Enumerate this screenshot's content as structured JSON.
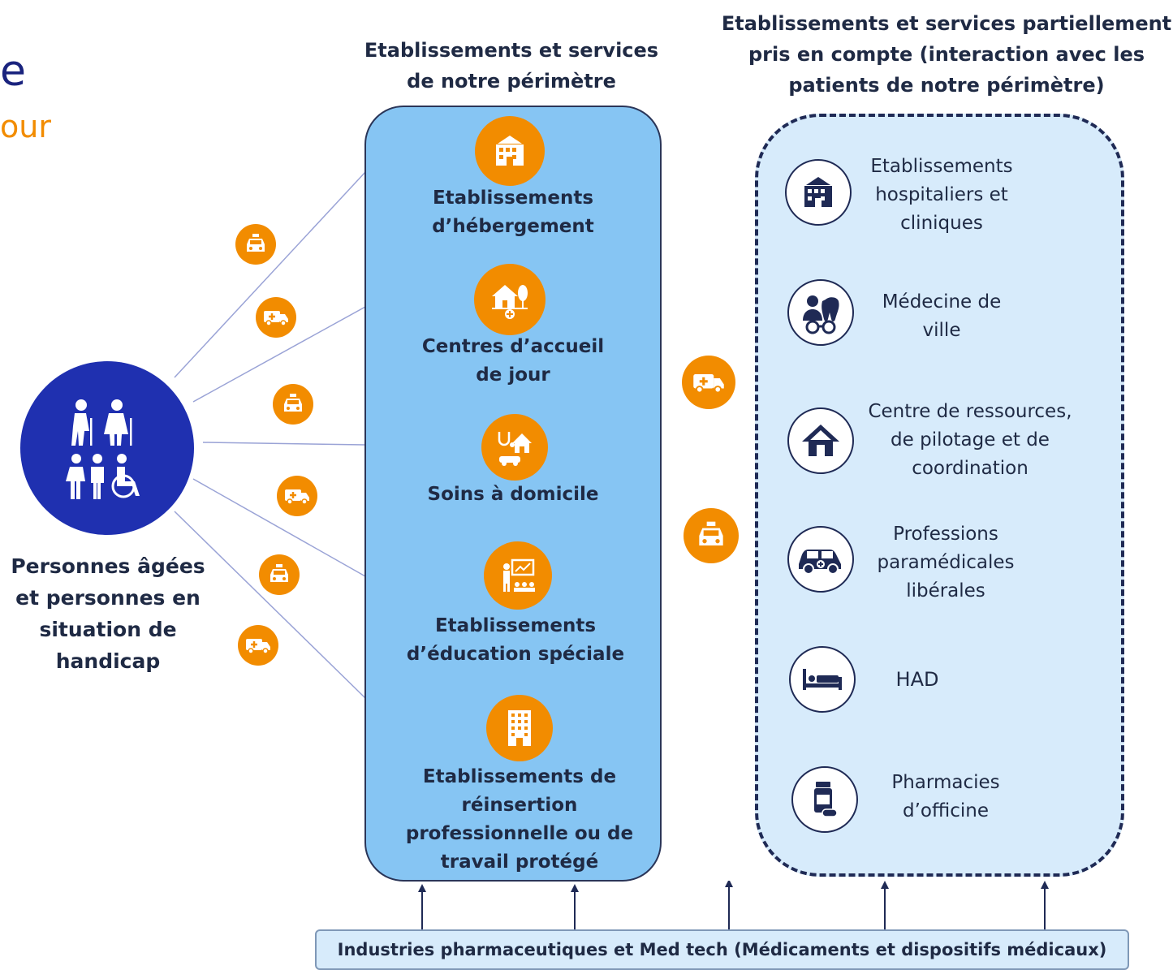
{
  "title_fragments": {
    "line1": "e",
    "line2": "our"
  },
  "header_main": {
    "line1": "Etablissements et services",
    "line2": "de notre périmètre"
  },
  "header_side": {
    "line1": "Etablissements et services partiellement",
    "line2": "pris en compte (interaction avec les",
    "line3": "patients de notre périmètre)"
  },
  "main_items": [
    {
      "icon": "hospital-building-icon",
      "label_lines": [
        "Etablissements",
        "d’hébergement"
      ]
    },
    {
      "icon": "house-day-center-icon",
      "label_lines": [
        "Centres d’accueil",
        "de jour"
      ]
    },
    {
      "icon": "home-care-icon",
      "label_lines": [
        "Soins à domicile"
      ]
    },
    {
      "icon": "teacher-classroom-icon",
      "label_lines": [
        "Etablissements",
        "d’éducation spéciale"
      ]
    },
    {
      "icon": "office-building-icon",
      "label_lines": [
        "Etablissements de",
        "réinsertion",
        "professionnelle ou de",
        "travail protégé"
      ]
    }
  ],
  "side_items": [
    {
      "icon": "hospital-icon",
      "label_lines": [
        "Etablissements",
        "hospitaliers et",
        "cliniques"
      ]
    },
    {
      "icon": "doctor-tooth-glasses-icon",
      "label_lines": [
        "Médecine de",
        "ville"
      ]
    },
    {
      "icon": "house-icon",
      "label_lines": [
        "Centre de ressources,",
        "de pilotage et de",
        "coordination"
      ]
    },
    {
      "icon": "medical-car-icon",
      "label_lines": [
        "Professions",
        "paramédicales",
        "libérales"
      ]
    },
    {
      "icon": "hospital-bed-icon",
      "label_lines": [
        "HAD"
      ]
    },
    {
      "icon": "pill-bottle-icon",
      "label_lines": [
        "Pharmacies",
        "d’officine"
      ]
    }
  ],
  "persons": {
    "icon": "elderly-disabled-people-icon",
    "label_lines": [
      "Personnes âgées",
      "et personnes en",
      "situation de",
      "handicap"
    ]
  },
  "bottom_bar": "Industries pharmaceutiques et Med tech (Médicaments et dispositifs médicaux)",
  "colors": {
    "orange": "#f28c00",
    "dark_blue": "#1f30b0",
    "main_panel": "#86c5f3",
    "side_panel": "#d7ebfb",
    "text": "#1f2a44"
  }
}
